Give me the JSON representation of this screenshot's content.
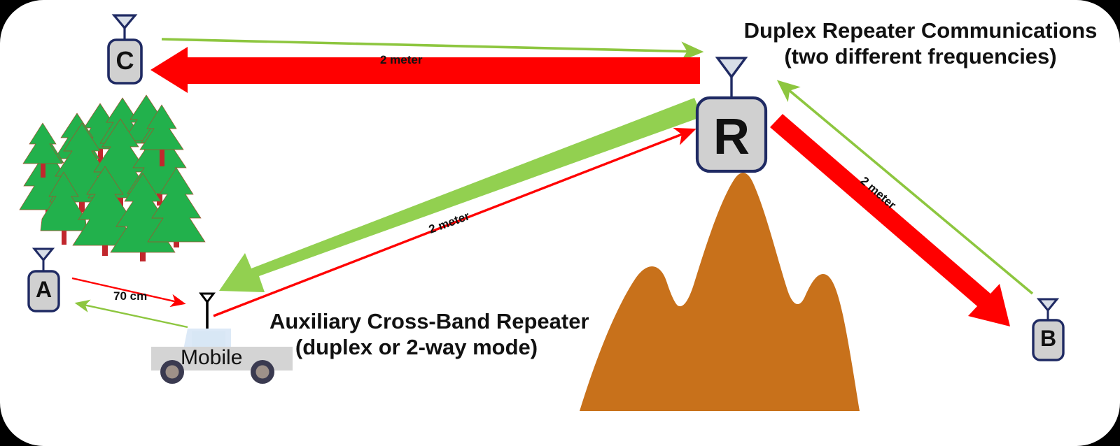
{
  "diagram": {
    "title_top": {
      "line1": "Duplex Repeater Communications",
      "line2": "(two different frequencies)"
    },
    "title_bottom": {
      "line1": "Auxiliary Cross-Band Repeater",
      "line2": "(duplex or 2-way mode)"
    },
    "nodes": {
      "c": "C",
      "r": "R",
      "a": "A",
      "b": "B",
      "mobile": "Mobile"
    },
    "band_labels": {
      "c_r": "2 meter",
      "r_b": "2 meter",
      "r_mobile": "2 meter",
      "a_mobile": "70 cm"
    },
    "scenery": {
      "forest": "forest-trees",
      "mountain": "mountain"
    },
    "colors": {
      "red_arrow": "#FF0000",
      "green_arrow_thin": "#8DC63F",
      "green_arrow_thick": "#92D050",
      "node_fill": "#D0D0D0",
      "node_stroke": "#1F2A63",
      "tree_green": "#22B14C",
      "tree_trunk": "#C1272D",
      "mountain_brown": "#C8711B",
      "truck_body": "#D4D4D4",
      "truck_window": "#D8E7F5",
      "frame_border": "#000000",
      "page_bg": "#FFFFFF"
    }
  }
}
